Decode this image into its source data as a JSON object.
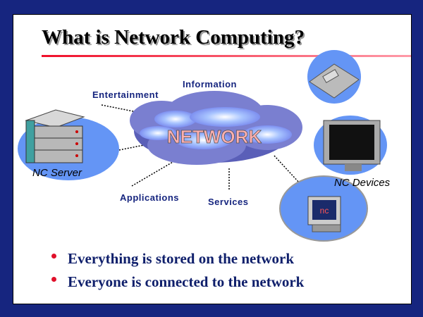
{
  "slide": {
    "title": "What is Network Computing?",
    "cloud_label": "NETWORK",
    "labels": {
      "entertainment": "Entertainment",
      "information": "Information",
      "applications": "Applications",
      "services": "Services",
      "nc_server": "NC Server",
      "nc_devices": "NC Devices",
      "nc_logo": "nc"
    },
    "bullets": [
      "Everything is stored on the network",
      "Everyone is connected to the network"
    ],
    "colors": {
      "frame": "#16257f",
      "accent": "#e0102a",
      "circle": "#6495f5",
      "cloud": "#7a7fd0"
    }
  }
}
